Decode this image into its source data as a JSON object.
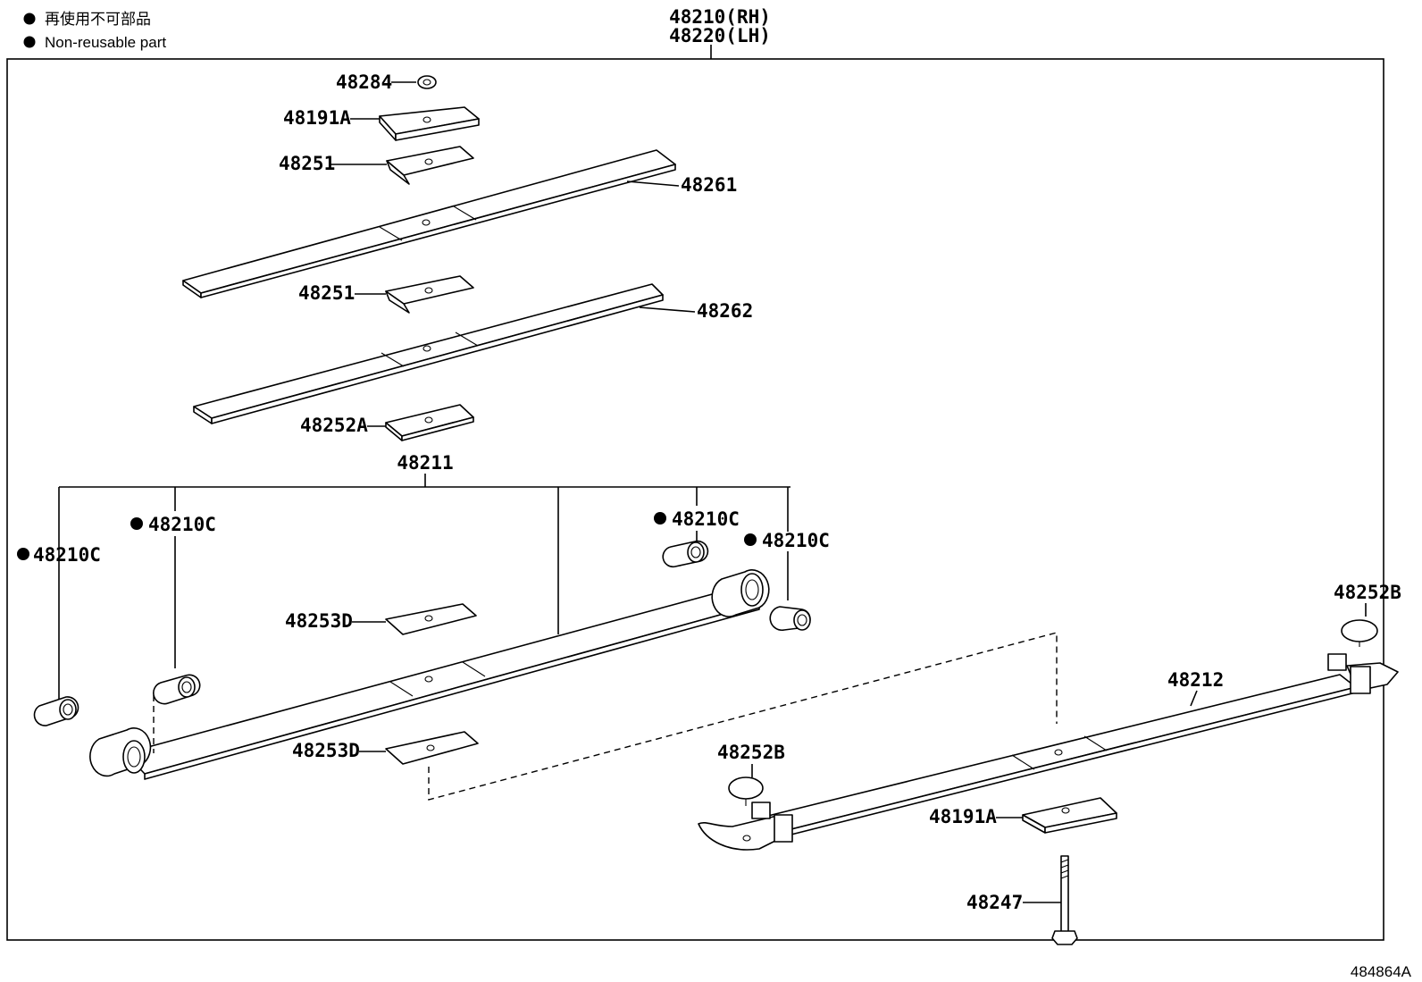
{
  "legend": {
    "line1": "再使用不可部品",
    "line2": "Non-reusable part"
  },
  "header": {
    "rh": "48210(RH)",
    "lh": "48220(LH)"
  },
  "labels": {
    "p48284": "48284",
    "p48191A_top": "48191A",
    "p48251_a": "48251",
    "p48261": "48261",
    "p48251_b": "48251",
    "p48262": "48262",
    "p48252A": "48252A",
    "p48211": "48211",
    "p48210C_1": "48210C",
    "p48210C_2": "48210C",
    "p48210C_3": "48210C",
    "p48210C_4": "48210C",
    "p48253D_a": "48253D",
    "p48253D_b": "48253D",
    "p48252B_right": "48252B",
    "p48212": "48212",
    "p48252B_mid": "48252B",
    "p48191A_bottom": "48191A",
    "p48247": "48247"
  },
  "figure_id": "484864A"
}
